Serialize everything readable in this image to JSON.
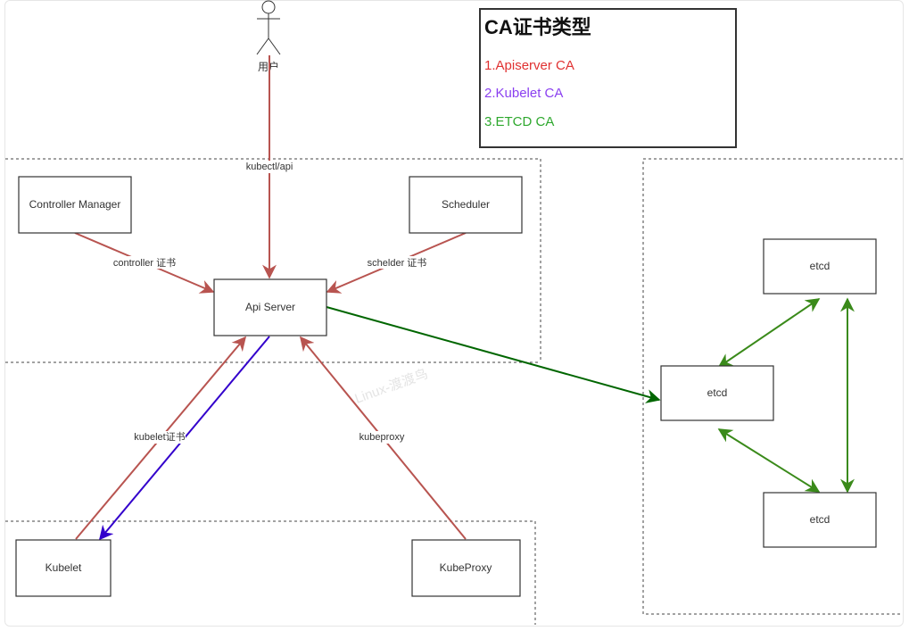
{
  "legend": {
    "title": "CA证书类型",
    "items": [
      {
        "label": "1.Apiserver CA",
        "color": "#e03131"
      },
      {
        "label": "2.Kubelet CA",
        "color": "#8a3ff0"
      },
      {
        "label": "3.ETCD CA",
        "color": "#2ea82e"
      }
    ]
  },
  "actor": {
    "label": "用户"
  },
  "nodes": {
    "controller_manager": "Controller Manager",
    "scheduler": "Scheduler",
    "api_server": "Api Server",
    "kubelet": "Kubelet",
    "kubeproxy": "KubeProxy",
    "etcd_top": "etcd",
    "etcd_mid": "etcd",
    "etcd_bottom": "etcd"
  },
  "edges": {
    "user_to_api": "kubectl/api",
    "controller_to_api": "controller 证书",
    "scheduler_to_api": "schelder 证书",
    "kubelet_to_api": "kubelet证书",
    "kubeproxy_to_api": "kubeproxy"
  },
  "colors": {
    "apiserver_ca": "#b85450",
    "kubelet_ca": "#3300cc",
    "etcd_ca": "#006600",
    "etcd_peer": "#3a8a1a"
  },
  "watermark": "Linux-渡渡鸟"
}
